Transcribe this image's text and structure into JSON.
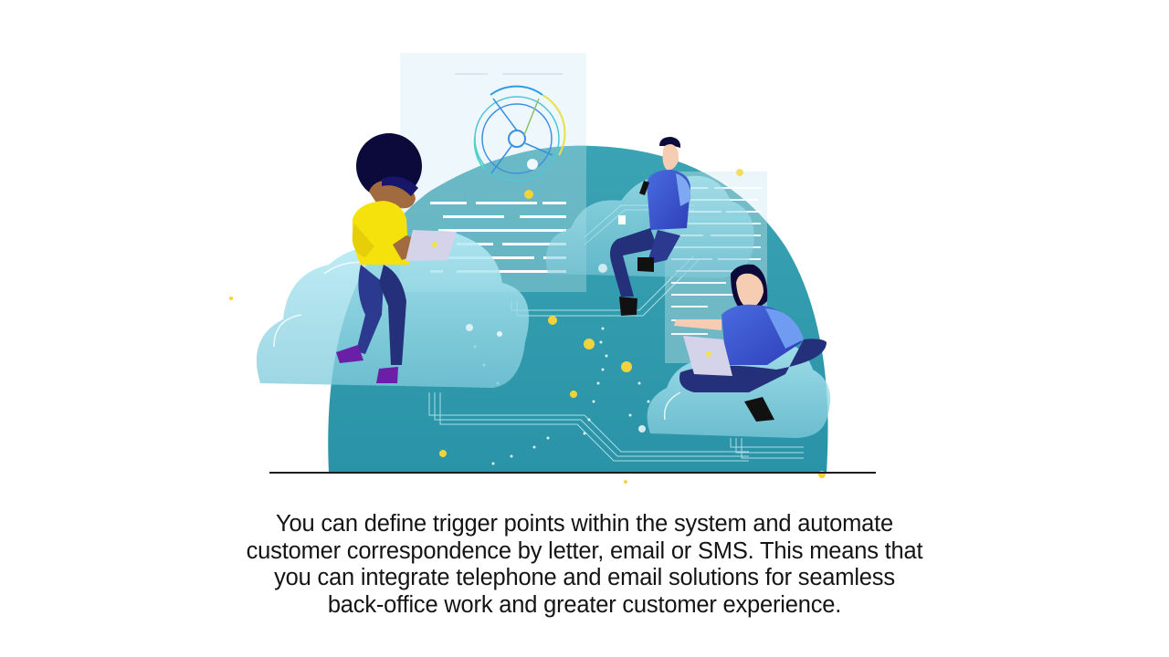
{
  "scene": {
    "description": "Three people working on laptops and phones while sitting on clouds over a teal dome with circuit lines",
    "colors": {
      "dome": "#2e9aad",
      "dome_light": "#5fb7c6",
      "cloud": "#a9e3ef",
      "panel": "#eef7fb",
      "yellow_dot": "#f2d43a",
      "baseline": "#1c1c1c",
      "navy": "#0b0a3b",
      "shirt_yellow": "#f5e20c",
      "shirt_blue": "#3b56d6",
      "pants": "#25307a",
      "shoes_purple": "#6b1fa6",
      "skin_dark": "#a26a3f",
      "skin_light": "#f6cdb3"
    },
    "figures": [
      {
        "id": "woman-afro-yellow-shirt",
        "device": "laptop"
      },
      {
        "id": "man-with-phone-and-cup",
        "device": "phone"
      },
      {
        "id": "woman-cross-legged-laptop",
        "device": "laptop"
      }
    ]
  },
  "caption": {
    "lines": [
      "You can define trigger points within the system and automate",
      "customer correspondence by letter, email or SMS. This means that",
      "you can integrate telephone and email solutions for seamless",
      "back-office work and greater customer experience."
    ]
  }
}
